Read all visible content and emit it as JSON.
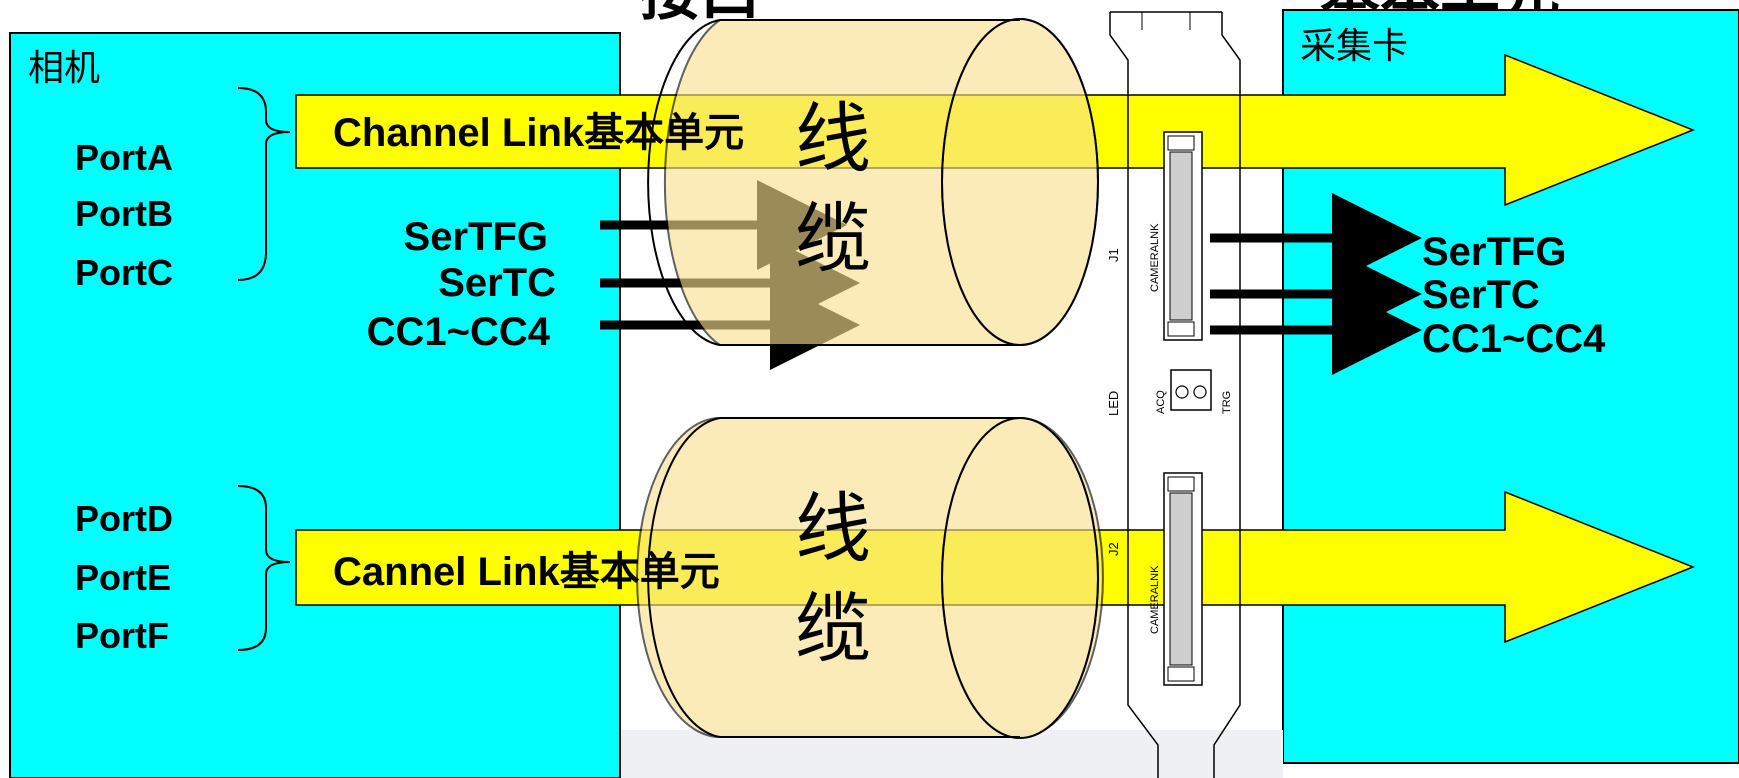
{
  "colors": {
    "box_fill": "#00FFFF",
    "arrow_fill": "#FFFF00",
    "cable_fill": "#F8E08E",
    "signal_arrow": "#000000",
    "stroke": "#000000"
  },
  "heading_fragments": {
    "left": "接口",
    "right": "基本单元"
  },
  "camera": {
    "title": "相机",
    "ports_top": [
      "PortA",
      "PortB",
      "PortC"
    ],
    "ports_bottom": [
      "PortD",
      "PortE",
      "PortF"
    ],
    "signals": [
      "SerTFG",
      "SerTC",
      "CC1~CC4"
    ]
  },
  "links": {
    "top_label": "Channel Link基本单元",
    "bottom_label": "Cannel Link基本单元"
  },
  "cables": {
    "top_label": "线\n缆",
    "bottom_label": "线\n缆",
    "top_char1": "线",
    "top_char2": "缆",
    "bottom_char1": "线",
    "bottom_char2": "缆"
  },
  "bracket": {
    "j1": "J1",
    "j2": "J2",
    "connector": "CAMERALNK",
    "led": "LED",
    "acq": "ACQ",
    "trg": "TRG"
  },
  "frame_grabber": {
    "title": "采集卡",
    "signals": [
      "SerTFG",
      "SerTC",
      "CC1~CC4"
    ]
  }
}
